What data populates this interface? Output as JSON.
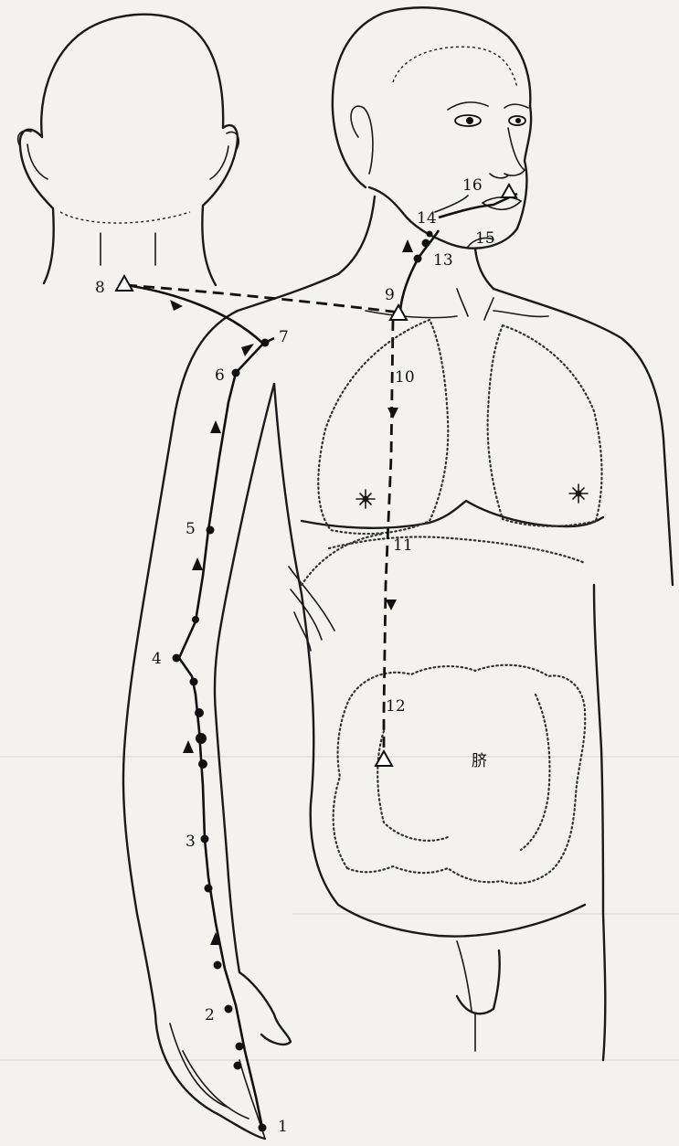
{
  "figure": {
    "point_labels": [
      "1",
      "2",
      "3",
      "4",
      "5",
      "6",
      "7",
      "8",
      "9",
      "10",
      "11",
      "12",
      "13",
      "14",
      "15",
      "16"
    ],
    "navel_mark": "脐"
  }
}
